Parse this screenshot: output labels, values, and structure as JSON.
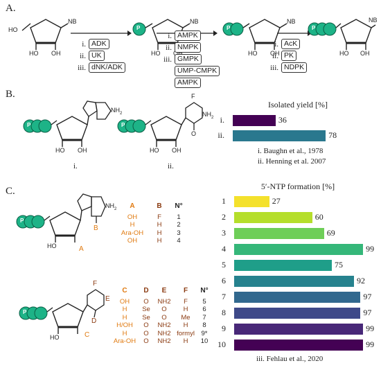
{
  "section_labels": {
    "a": "A.",
    "b": "B.",
    "c": "C."
  },
  "labels": {
    "nb": "NB",
    "ho": "HO",
    "oh": "OH",
    "p": "P"
  },
  "panel_a": {
    "steps": [
      {
        "numerals": [
          "i.",
          "ii.",
          "iii."
        ],
        "enzymes": [
          "ADK",
          "UK",
          "dNK/ADK"
        ]
      },
      {
        "numerals": [
          "i.",
          "ii.",
          "iii."
        ],
        "enzymes": [
          "AMPK",
          "NMPK",
          "GMPK",
          "UMP-CMPK",
          "AMPK"
        ]
      },
      {
        "numerals": [
          "i.",
          "ii.",
          "iii."
        ],
        "enzymes": [
          "AcK",
          "PK",
          "NDPK"
        ]
      }
    ]
  },
  "panel_b": {
    "molecule_labels": [
      "i.",
      "ii."
    ],
    "nh2": "NH",
    "f": "F",
    "o": "O",
    "refs": [
      "i. Baughn et al., 1978",
      "ii. Henning et al. 2007"
    ]
  },
  "panel_c": {
    "labels_top": {
      "a": "A",
      "b": "B"
    },
    "labels_bottom": {
      "c": "C",
      "d": "D",
      "e": "E",
      "f": "F"
    },
    "table_top": {
      "headers": [
        "A",
        "B",
        "N°"
      ],
      "col_a": [
        "OH",
        "H",
        "Ara-OH",
        "OH"
      ],
      "col_b": [
        "F",
        "H",
        "H",
        "H"
      ],
      "col_n": [
        "1",
        "2",
        "3",
        "4"
      ]
    },
    "table_bottom": {
      "headers": [
        "C",
        "D",
        "E",
        "F",
        "N°"
      ],
      "col_c": [
        "OH",
        "H",
        "H",
        "H/OH",
        "H",
        "Ara-OH"
      ],
      "col_d": [
        "O",
        "Se",
        "Se",
        "O",
        "O",
        "O"
      ],
      "col_e": [
        "NH2",
        "O",
        "O",
        "NH2",
        "NH2",
        "NH2"
      ],
      "col_f": [
        "F",
        "H",
        "Me",
        "H",
        "formyl",
        "H"
      ],
      "col_n": [
        "5",
        "6",
        "7",
        "8",
        "9*",
        "10"
      ]
    },
    "ref": "iii. Fehlau et al., 2020"
  },
  "chart_data": [
    {
      "type": "bar",
      "orientation": "horizontal",
      "title": "Isolated yield [%]",
      "categories": [
        "i.",
        "ii."
      ],
      "values": [
        36,
        78
      ],
      "colors": [
        "#440154",
        "#2a788e"
      ],
      "xlim": [
        0,
        100
      ]
    },
    {
      "type": "bar",
      "orientation": "horizontal",
      "title": "5′-NTP formation [%]",
      "categories": [
        "1",
        "2",
        "3",
        "4",
        "5",
        "6",
        "7",
        "8",
        "9",
        "10"
      ],
      "values": [
        27,
        60,
        69,
        99,
        75,
        92,
        97,
        97,
        99,
        99
      ],
      "colors": [
        "#f4e12c",
        "#b5de2b",
        "#6ece58",
        "#35b779",
        "#1f9e89",
        "#26828e",
        "#31688e",
        "#3e4989",
        "#482878",
        "#440154"
      ],
      "xlim": [
        0,
        100
      ]
    }
  ]
}
